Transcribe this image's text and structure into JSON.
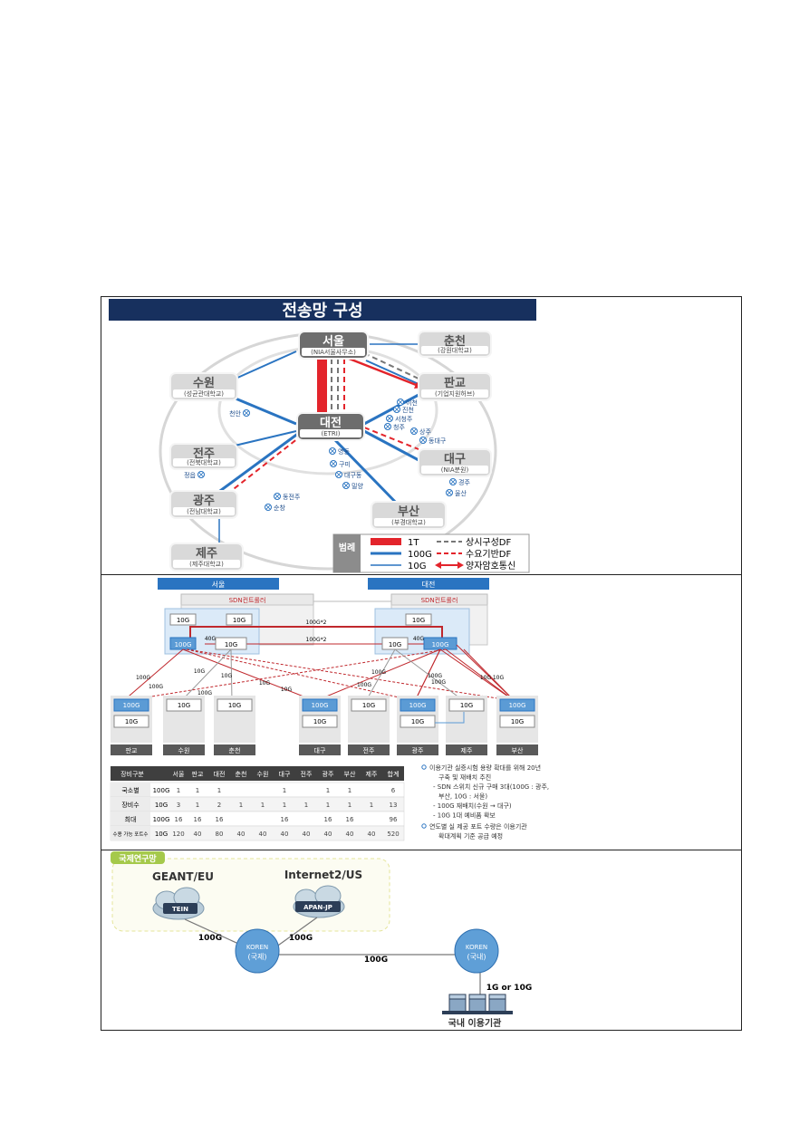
{
  "section1": {
    "title": "전송망 구성",
    "nodes": [
      {
        "id": "seoul",
        "name": "서울",
        "sub": "(NIA서울사무소)",
        "dark": true
      },
      {
        "id": "chuncheon",
        "name": "춘천",
        "sub": "(강원대학교)",
        "dark": false
      },
      {
        "id": "suwon",
        "name": "수원",
        "sub": "(성균관대학교)",
        "dark": false
      },
      {
        "id": "pangyo",
        "name": "판교",
        "sub": "(기업지원허브)",
        "dark": false
      },
      {
        "id": "daejeon",
        "name": "대전",
        "sub": "(ETRI)",
        "dark": true
      },
      {
        "id": "jeonju",
        "name": "전주",
        "sub": "(전북대학교)",
        "dark": false
      },
      {
        "id": "daegu",
        "name": "대구",
        "sub": "(NIA분원)",
        "dark": false
      },
      {
        "id": "gwangju",
        "name": "광주",
        "sub": "(전남대학교)",
        "dark": false
      },
      {
        "id": "busan",
        "name": "부산",
        "sub": "(부경대학교)",
        "dark": false
      },
      {
        "id": "jeju",
        "name": "제주",
        "sub": "(제주대학교)",
        "dark": false
      }
    ],
    "relays": [
      {
        "label": "천안"
      },
      {
        "label": "이천"
      },
      {
        "label": "진천"
      },
      {
        "label": "서청주"
      },
      {
        "label": "청주"
      },
      {
        "label": "상주"
      },
      {
        "label": "동대구"
      },
      {
        "label": "영동"
      },
      {
        "label": "구미"
      },
      {
        "label": "대구동"
      },
      {
        "label": "밀양"
      },
      {
        "label": "경주"
      },
      {
        "label": "울산"
      },
      {
        "label": "정읍"
      },
      {
        "label": "동전주"
      },
      {
        "label": "순창"
      }
    ],
    "legend": {
      "title": "범례",
      "items": [
        "1T",
        "100G",
        "10G",
        "상시구성DF",
        "수요기반DF",
        "양자암호통신"
      ]
    }
  },
  "section2": {
    "regions": [
      "서울",
      "대전"
    ],
    "controller": "SDN컨트롤러",
    "seoul_ports": [
      "10G",
      "10G",
      "100G",
      "10G"
    ],
    "daejeon_ports": [
      "10G",
      "10G",
      "100G"
    ],
    "link_labels": {
      "top": "100G*2",
      "mid": "100G*2",
      "s40": "40G",
      "d40": "40G"
    },
    "branch_labels": [
      "100G",
      "100G",
      "10G",
      "10G",
      "100G",
      "10G",
      "10G",
      "100G",
      "100G",
      "100G",
      "100G",
      "10G",
      "10G"
    ],
    "sites": [
      {
        "name": "판교",
        "ports": [
          "100G",
          "10G"
        ]
      },
      {
        "name": "수원",
        "ports": [
          "10G"
        ]
      },
      {
        "name": "춘천",
        "ports": [
          "10G"
        ]
      },
      {
        "name": "대구",
        "ports": [
          "100G",
          "10G"
        ]
      },
      {
        "name": "전주",
        "ports": [
          "10G"
        ]
      },
      {
        "name": "광주",
        "ports": [
          "100G",
          "10G"
        ]
      },
      {
        "name": "제주",
        "ports": [
          "10G"
        ]
      },
      {
        "name": "부산",
        "ports": [
          "100G",
          "10G"
        ]
      }
    ],
    "table": {
      "headers": [
        "장비구분",
        "서울",
        "판교",
        "대전",
        "춘천",
        "수원",
        "대구",
        "전주",
        "광주",
        "부산",
        "제주",
        "합계"
      ],
      "rows": [
        {
          "group": "국소별",
          "sub": "100G",
          "cells": [
            "1",
            "1",
            "1",
            "",
            "",
            "1",
            "",
            "1",
            "1",
            "",
            "6"
          ]
        },
        {
          "group": "장비수",
          "sub": "10G",
          "cells": [
            "3",
            "1",
            "2",
            "1",
            "1",
            "1",
            "1",
            "1",
            "1",
            "1",
            "13"
          ]
        },
        {
          "group": "최대",
          "sub": "100G",
          "cells": [
            "16",
            "16",
            "16",
            "",
            "",
            "16",
            "",
            "16",
            "16",
            "",
            "96"
          ]
        },
        {
          "group": "수용 가능 포트수",
          "sub": "10G",
          "cells": [
            "120",
            "40",
            "80",
            "40",
            "40",
            "40",
            "40",
            "40",
            "40",
            "40",
            "520"
          ]
        }
      ]
    },
    "notes": [
      "이용기관 실증시험 용량 확대를 위해 20년",
      "구축 및 재배치 추진",
      "- SDN 스위치 신규 구매 3대(100G : 광주,",
      "부산, 10G : 서울)",
      "- 100G 재배치(수원 → 대구)",
      "- 10G 1대 예비품 확보",
      "연도별 실 제공 포트 수량은 이용기관",
      "확대계획 기준 공급 예정"
    ]
  },
  "section3": {
    "tag": "국제연구망",
    "geant": "GEANT/EU",
    "internet2": "Internet2/US",
    "tein": "TEIN",
    "apan": "APAN-JP",
    "koren_intl": [
      "KOREN",
      "(국제)"
    ],
    "koren_dom": [
      "KOREN",
      "(국내)"
    ],
    "label_100g": "100G",
    "label_access": "1G or 10G",
    "domestic": "국내 이용기관"
  }
}
